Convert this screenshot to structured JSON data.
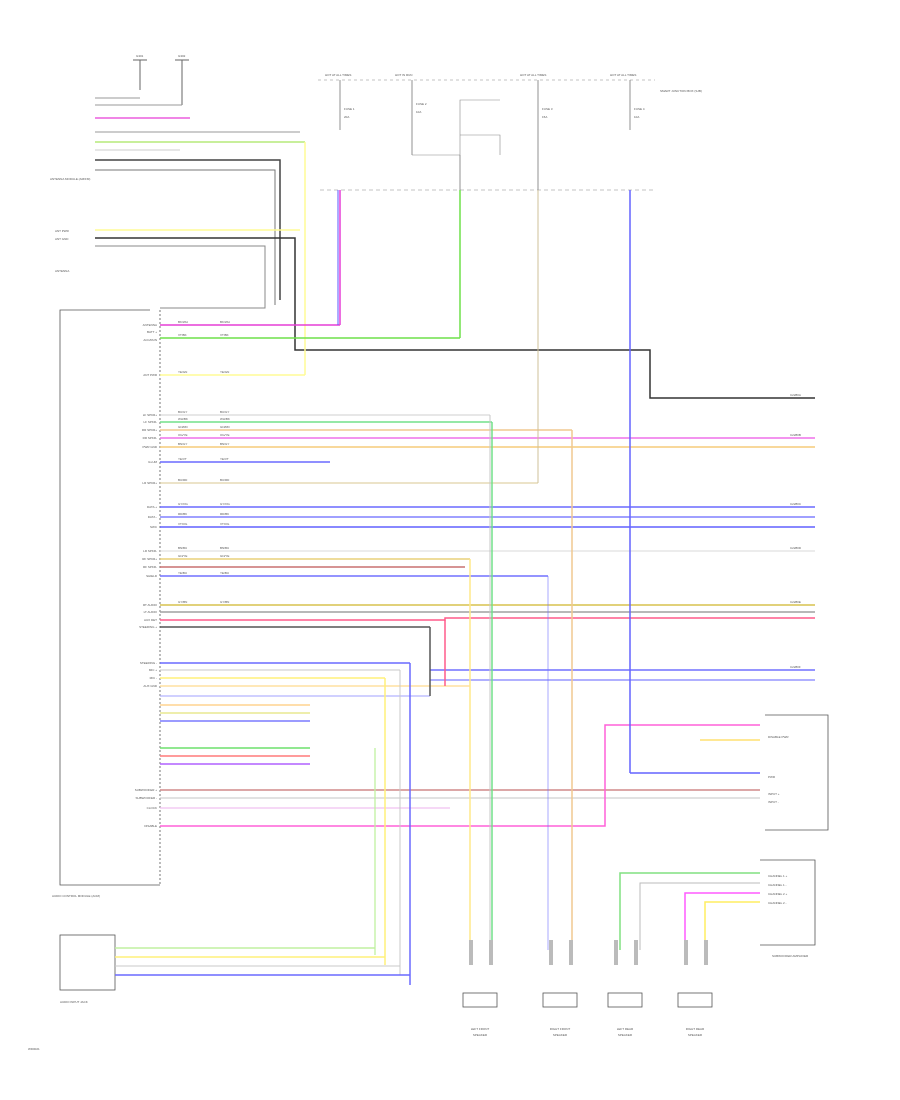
{
  "diagram_id": "WD0021",
  "top_fuses": [
    {
      "label": "HOT AT ALL TIMES",
      "fuse": "FUSE 1",
      "amps": "20A"
    },
    {
      "label": "HOT IN RUN",
      "fuse": "FUSE 2",
      "amps": "10A"
    },
    {
      "label": "HOT AT ALL TIMES",
      "fuse": "FUSE 3",
      "amps": "15A"
    },
    {
      "label": "HOT AT ALL TIMES",
      "fuse": "FUSE 4",
      "amps": "10A"
    }
  ],
  "smart_junction": "SMART JUNCTION BOX (SJB)",
  "ground_labels": [
    "G301",
    "G302"
  ],
  "left_labels": {
    "ant_pwr": "ANT PWR",
    "ant_gnd": "ANT GND",
    "antenna_module": "ANTENNA MODULE (AM/FM)",
    "antenna": "ANTENNA",
    "audio_control_module": "AUDIO CONTROL MODULE (ACM)",
    "audio_input_jack": "AUDIO INPUT JACK"
  },
  "acm_pins": [
    "ANTENNA",
    "BATT +",
    "ACC/RUN",
    "ANT PWR",
    "LF SPKR+",
    "LF SPKR-",
    "RR SPKR+",
    "RR SPKR-",
    "PWR GND",
    "ILLUM",
    "DATA +",
    "DATA -",
    "SWC",
    "LR SPKR+",
    "LR SPKR-",
    "RF SPKR+",
    "RF SPKR-",
    "SHIELD",
    "RT AUDIO",
    "LT AUDIO",
    "AUX DET",
    "STEERING +",
    "STEERING -",
    "MIC +",
    "MIC -",
    "AUX GND",
    "SUBWOOFER +",
    "SUBWOOFER -",
    "CLOCK",
    "DISABLE"
  ],
  "wire_labels": [
    "BK/WH",
    "VT/BK",
    "YE/GN",
    "BU/GY",
    "WH/BK",
    "GN/RD",
    "OG/YE",
    "BN/GY",
    "YE/VT",
    "BU/RD",
    "GY/OG",
    "RD/BK",
    "VT/OG",
    "BN/BU",
    "GN/YE",
    "YE/BU",
    "GY/BN"
  ],
  "right_connectors": [
    "C2280A",
    "C2280B",
    "C2280C",
    "C2280D",
    "C2280E",
    "C2280F"
  ],
  "subwoofer": {
    "title": "SUBWOOFER AMPLIFIER",
    "pins": [
      "CHANNEL 1 +",
      "CHANNEL 1 -",
      "CHANNEL 2 +",
      "CHANNEL 2 -"
    ]
  },
  "amp_module": {
    "title": "DISABLE PWR",
    "pins": [
      "PWR",
      "INPUT +",
      "INPUT -"
    ]
  },
  "speakers": [
    "LEFT FRONT SPEAKER",
    "RIGHT FRONT SPEAKER",
    "LEFT REAR SPEAKER",
    "RIGHT REAR SPEAKER"
  ]
}
